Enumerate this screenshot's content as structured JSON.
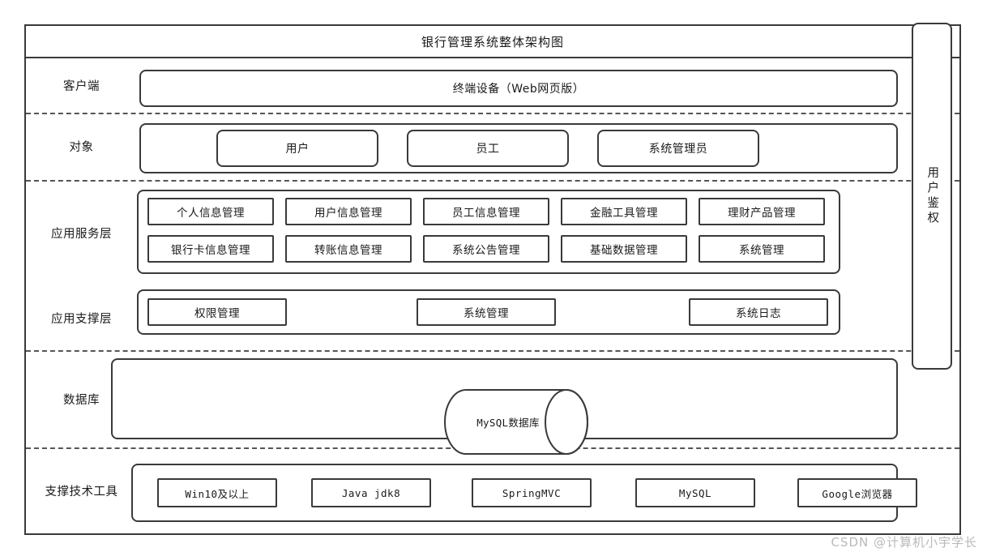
{
  "diagram": {
    "title": "银行管理系统整体架构图",
    "watermark": "CSDN @计算机小宇学长",
    "colors": {
      "stroke": "#3a3a3a",
      "dashed": "#555555",
      "background": "#ffffff",
      "text": "#1a1a1a",
      "watermark": "#b9b9b9"
    }
  },
  "side_panel": {
    "label": "用户鉴权"
  },
  "rows": [
    {
      "label": "客户端",
      "items": [
        {
          "text": "终端设备（Web网页版）"
        }
      ]
    },
    {
      "label": "对象",
      "items": [
        {
          "text": "用户"
        },
        {
          "text": "员工"
        },
        {
          "text": "系统管理员"
        }
      ]
    },
    {
      "label": "应用服务层",
      "items": [
        {
          "text": "个人信息管理"
        },
        {
          "text": "用户信息管理"
        },
        {
          "text": "员工信息管理"
        },
        {
          "text": "金融工具管理"
        },
        {
          "text": "理财产品管理"
        },
        {
          "text": "银行卡信息管理"
        },
        {
          "text": "转账信息管理"
        },
        {
          "text": "系统公告管理"
        },
        {
          "text": "基础数据管理"
        },
        {
          "text": "系统管理"
        }
      ]
    },
    {
      "label": "应用支撑层",
      "items": [
        {
          "text": "权限管理"
        },
        {
          "text": "系统管理"
        },
        {
          "text": "系统日志"
        }
      ]
    },
    {
      "label": "数据库",
      "items": [
        {
          "text": "MySQL数据库"
        }
      ]
    },
    {
      "label": "支撑技术工具",
      "items": [
        {
          "text": "Win10及以上"
        },
        {
          "text": "Java jdk8"
        },
        {
          "text": "SpringMVC"
        },
        {
          "text": "MySQL"
        },
        {
          "text": "Google浏览器"
        }
      ]
    }
  ]
}
